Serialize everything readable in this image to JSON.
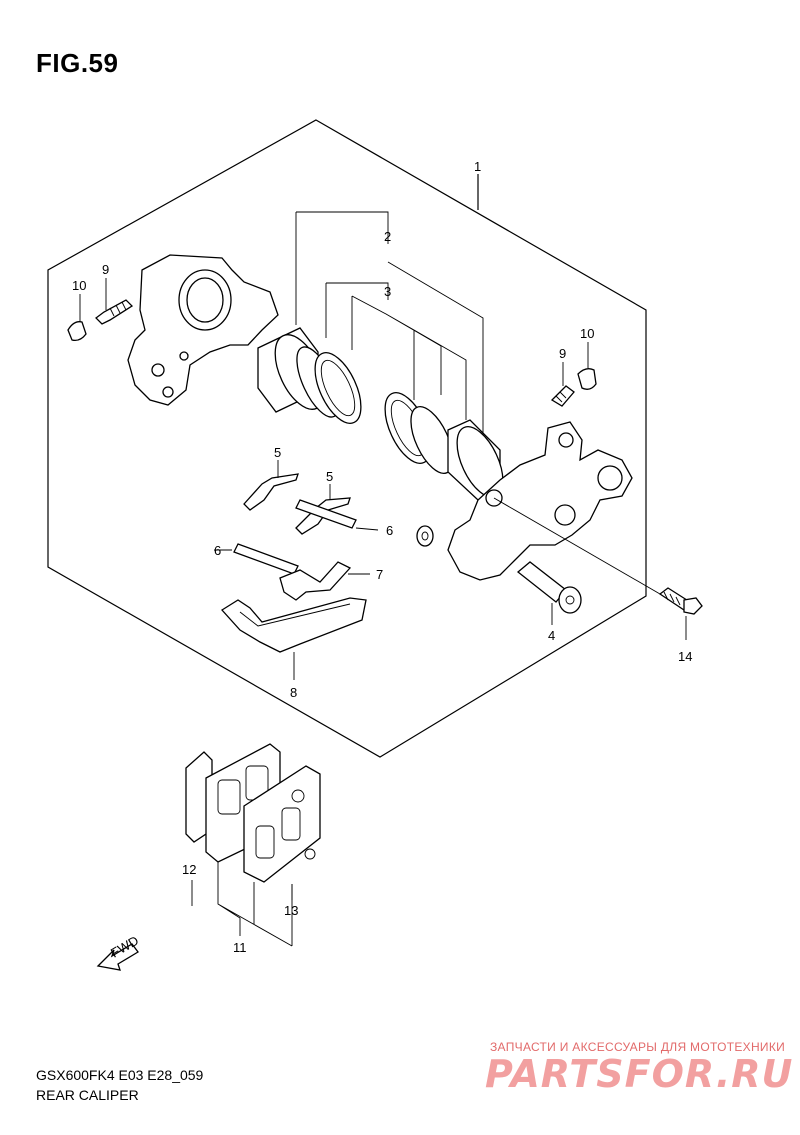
{
  "figure": {
    "title": "FIG.59",
    "model_code": "GSX600FK4 E03 E28_059",
    "section_name": "REAR CALIPER"
  },
  "callouts": [
    {
      "id": "c1",
      "text": "1"
    },
    {
      "id": "c2",
      "text": "2"
    },
    {
      "id": "c3",
      "text": "3"
    },
    {
      "id": "c4",
      "text": "4"
    },
    {
      "id": "c5a",
      "text": "5"
    },
    {
      "id": "c5b",
      "text": "5"
    },
    {
      "id": "c6a",
      "text": "6"
    },
    {
      "id": "c6b",
      "text": "6"
    },
    {
      "id": "c7",
      "text": "7"
    },
    {
      "id": "c8",
      "text": "8"
    },
    {
      "id": "c9a",
      "text": "9"
    },
    {
      "id": "c9b",
      "text": "9"
    },
    {
      "id": "c10a",
      "text": "10"
    },
    {
      "id": "c10b",
      "text": "10"
    },
    {
      "id": "c11",
      "text": "11"
    },
    {
      "id": "c12",
      "text": "12"
    },
    {
      "id": "c13",
      "text": "13"
    },
    {
      "id": "c14",
      "text": "14"
    }
  ],
  "fwd_arrow": {
    "label": "FWD"
  },
  "watermark": {
    "caption": "ЗАПЧАСТИ И АКСЕССУАРЫ ДЛЯ МОТОТЕХНИКИ",
    "logo": "PARTSFOR.RU"
  }
}
